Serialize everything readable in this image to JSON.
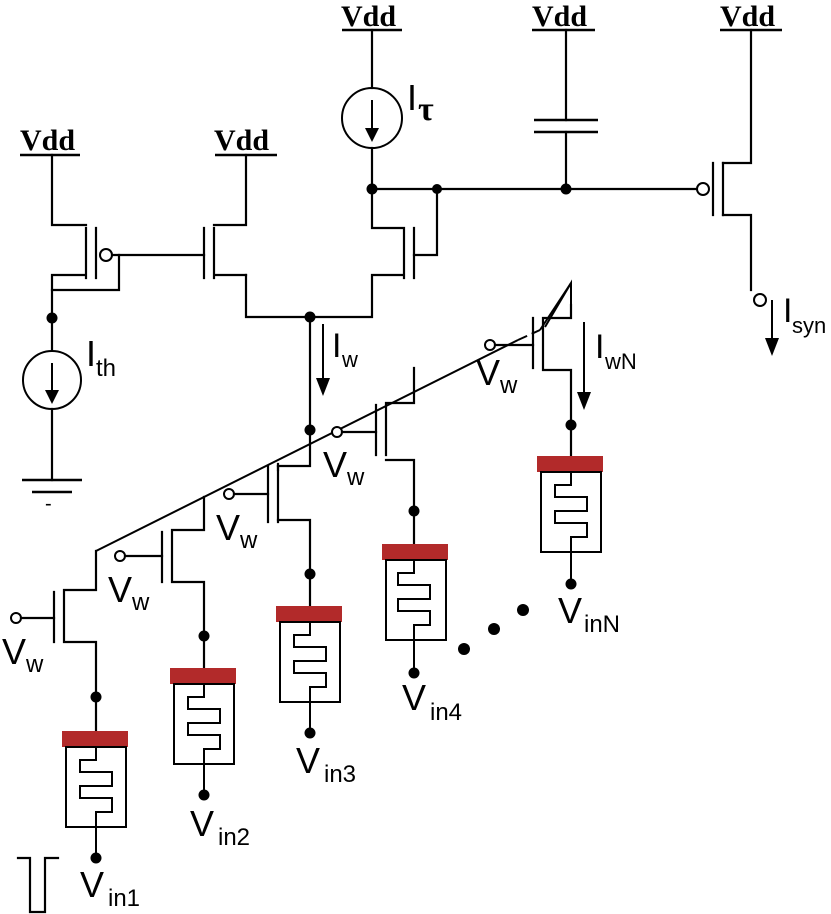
{
  "supply_label": "Vdd",
  "current_sources": {
    "tau": {
      "main": "I",
      "sub": "τ"
    },
    "th": {
      "main": "I",
      "sub": "th"
    }
  },
  "currents": {
    "w": {
      "main": "I",
      "sub": "w"
    },
    "wN": {
      "main": "I",
      "sub": "wN"
    },
    "syn": {
      "main": "I",
      "sub": "syn"
    }
  },
  "ground_label": "-",
  "weight_bias": {
    "main": "V",
    "sub": "w"
  },
  "inputs": [
    {
      "main": "V",
      "sub": "in1"
    },
    {
      "main": "V",
      "sub": "in2"
    },
    {
      "main": "V",
      "sub": "in3"
    },
    {
      "main": "V",
      "sub": "in4"
    },
    {
      "main": "V",
      "sub": "inN"
    }
  ],
  "colors": {
    "electrode": "#b22a2a",
    "wire": "#000000"
  }
}
